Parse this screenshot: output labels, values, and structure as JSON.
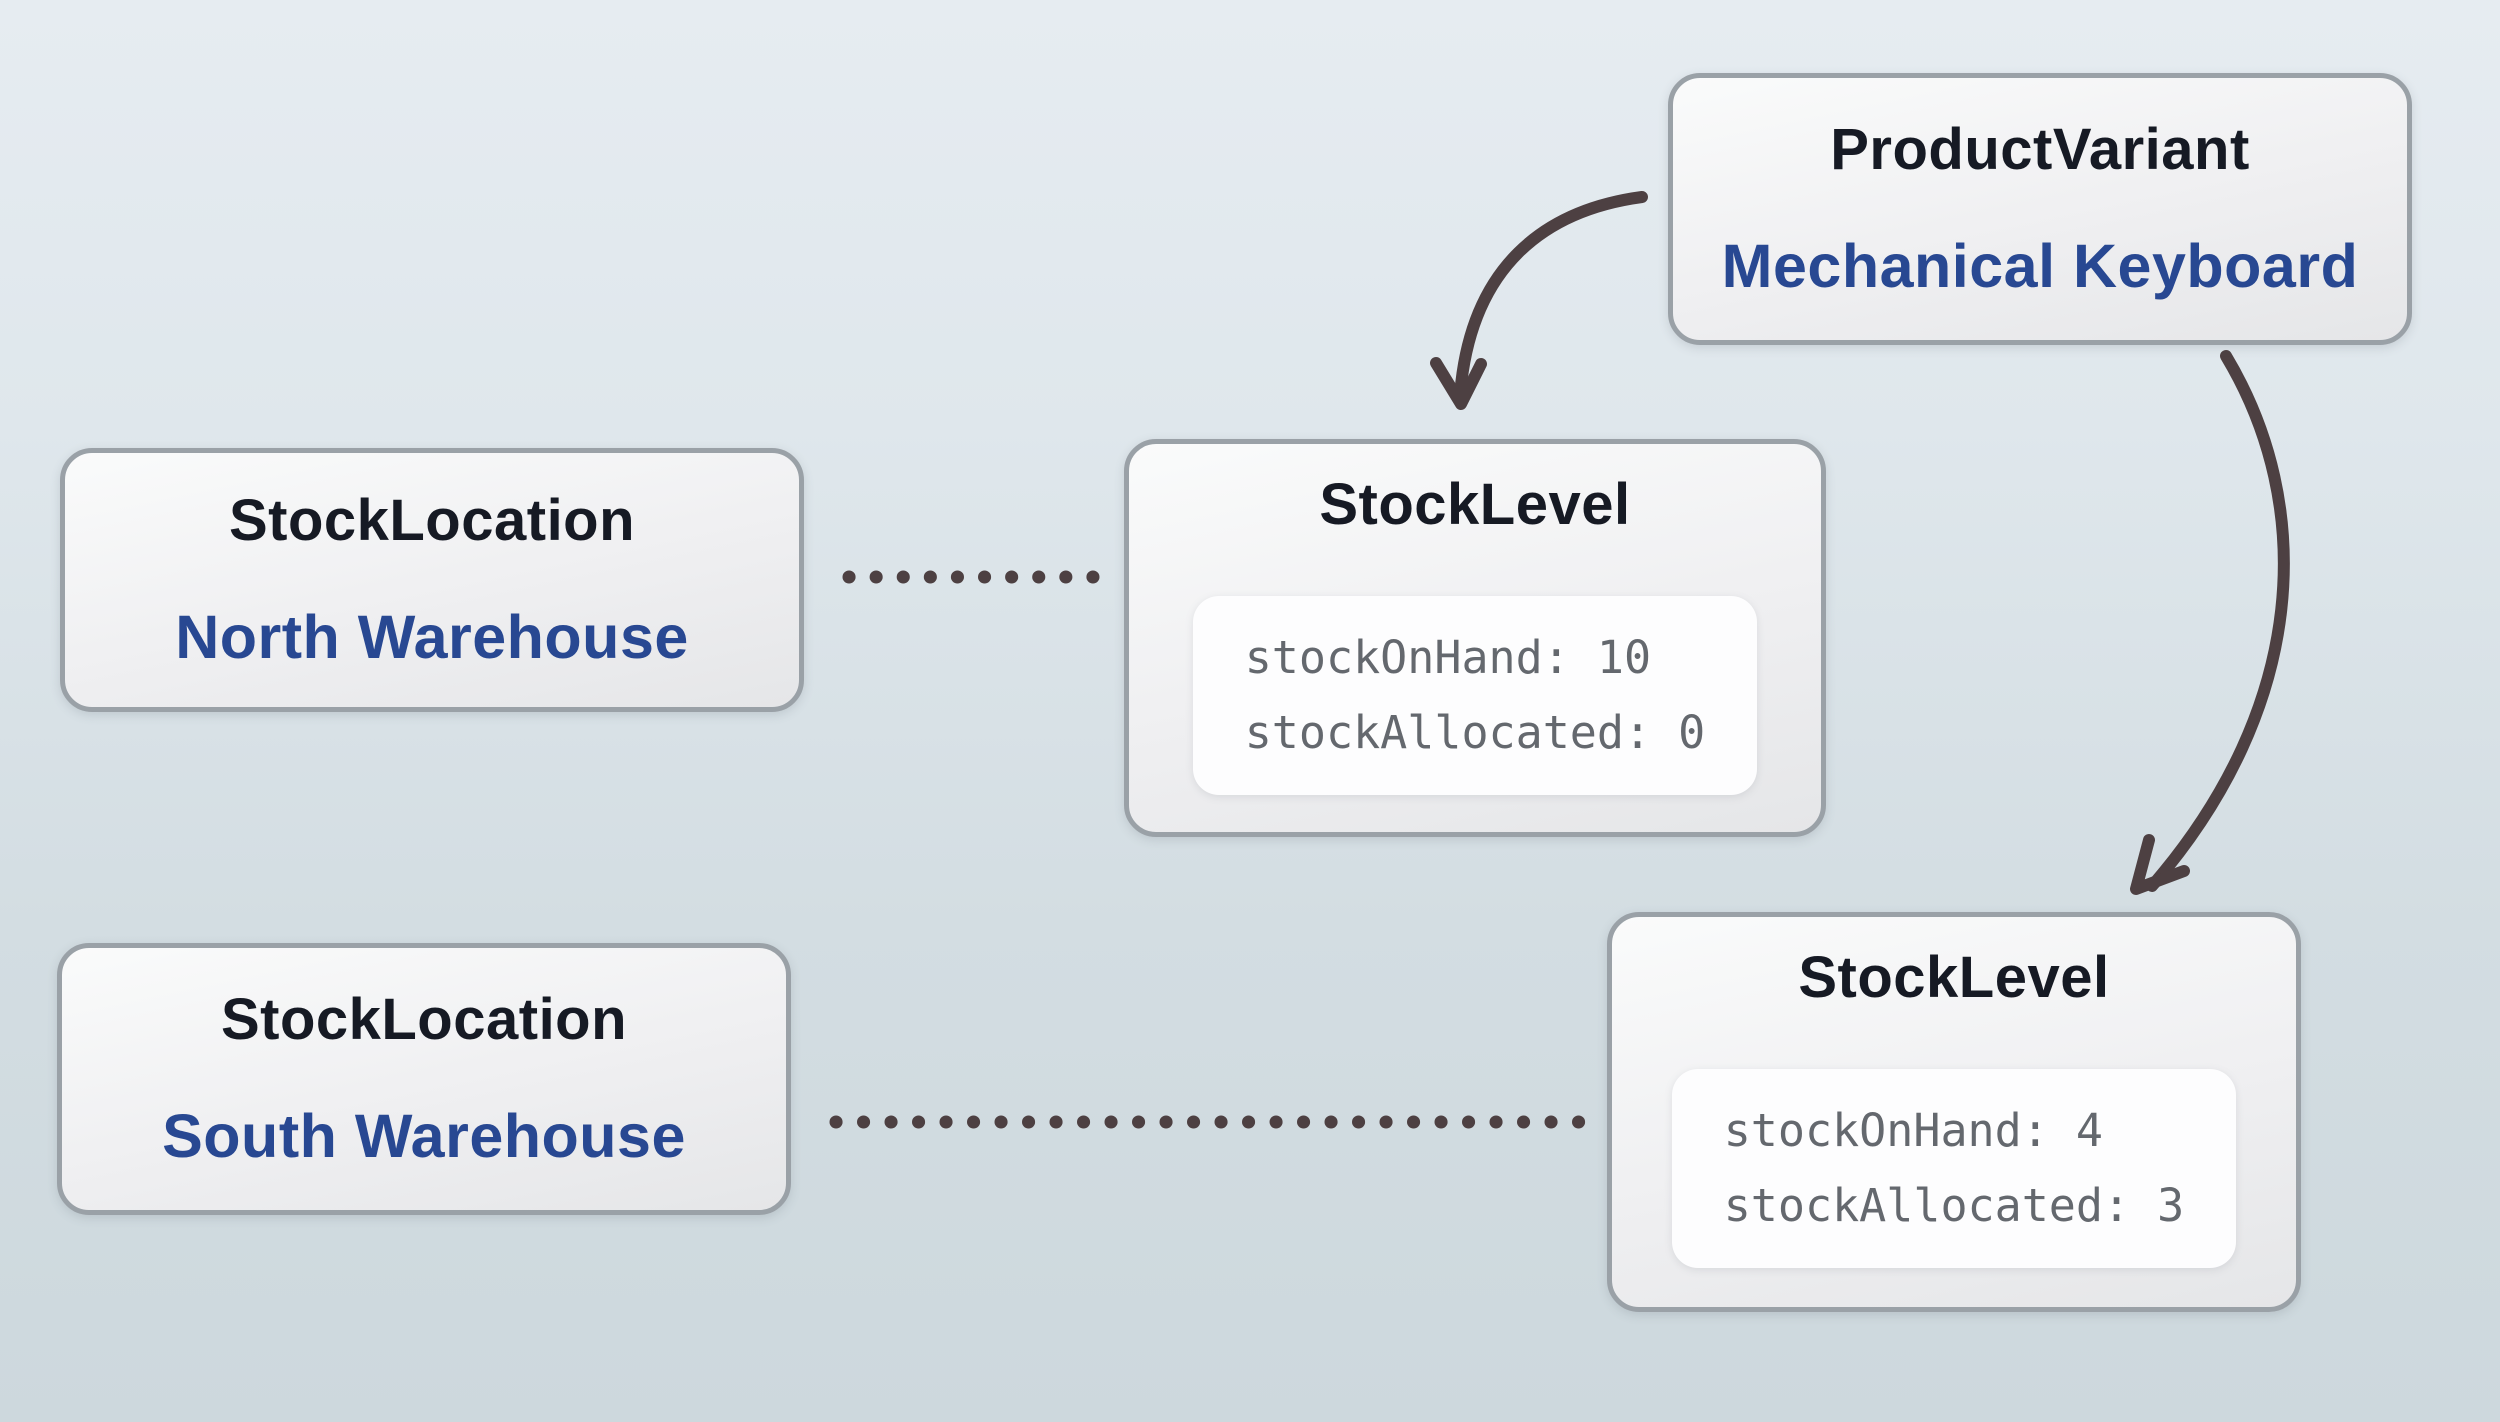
{
  "diagram": {
    "nodes": {
      "product_variant": {
        "title": "ProductVariant",
        "subtitle": "Mechanical Keyboard"
      },
      "stock_location_north": {
        "title": "StockLocation",
        "subtitle": "North Warehouse"
      },
      "stock_level_north": {
        "title": "StockLevel",
        "lines": [
          "stockOnHand: 10",
          "stockAllocated: 0"
        ]
      },
      "stock_location_south": {
        "title": "StockLocation",
        "subtitle": "South Warehouse"
      },
      "stock_level_south": {
        "title": "StockLevel",
        "lines": [
          "stockOnHand: 4",
          "stockAllocated: 3"
        ]
      }
    },
    "connectors": {
      "product_to_north_level": "curved-arrow",
      "product_to_south_level": "curved-arrow",
      "north_location_to_level": "dotted-line",
      "south_location_to_level": "dotted-line"
    },
    "colors": {
      "background_top": "#e6ecf1",
      "background_bottom": "#cdd8dd",
      "card_border": "#9aa1a7",
      "card_fill_top": "#fafbfb",
      "card_fill_bottom": "#e5e6e8",
      "title_text": "#161a24",
      "subtitle_text": "#284892",
      "code_text": "#64686e",
      "code_box_fill": "#fdfdfe",
      "connector": "#4d4042"
    }
  }
}
